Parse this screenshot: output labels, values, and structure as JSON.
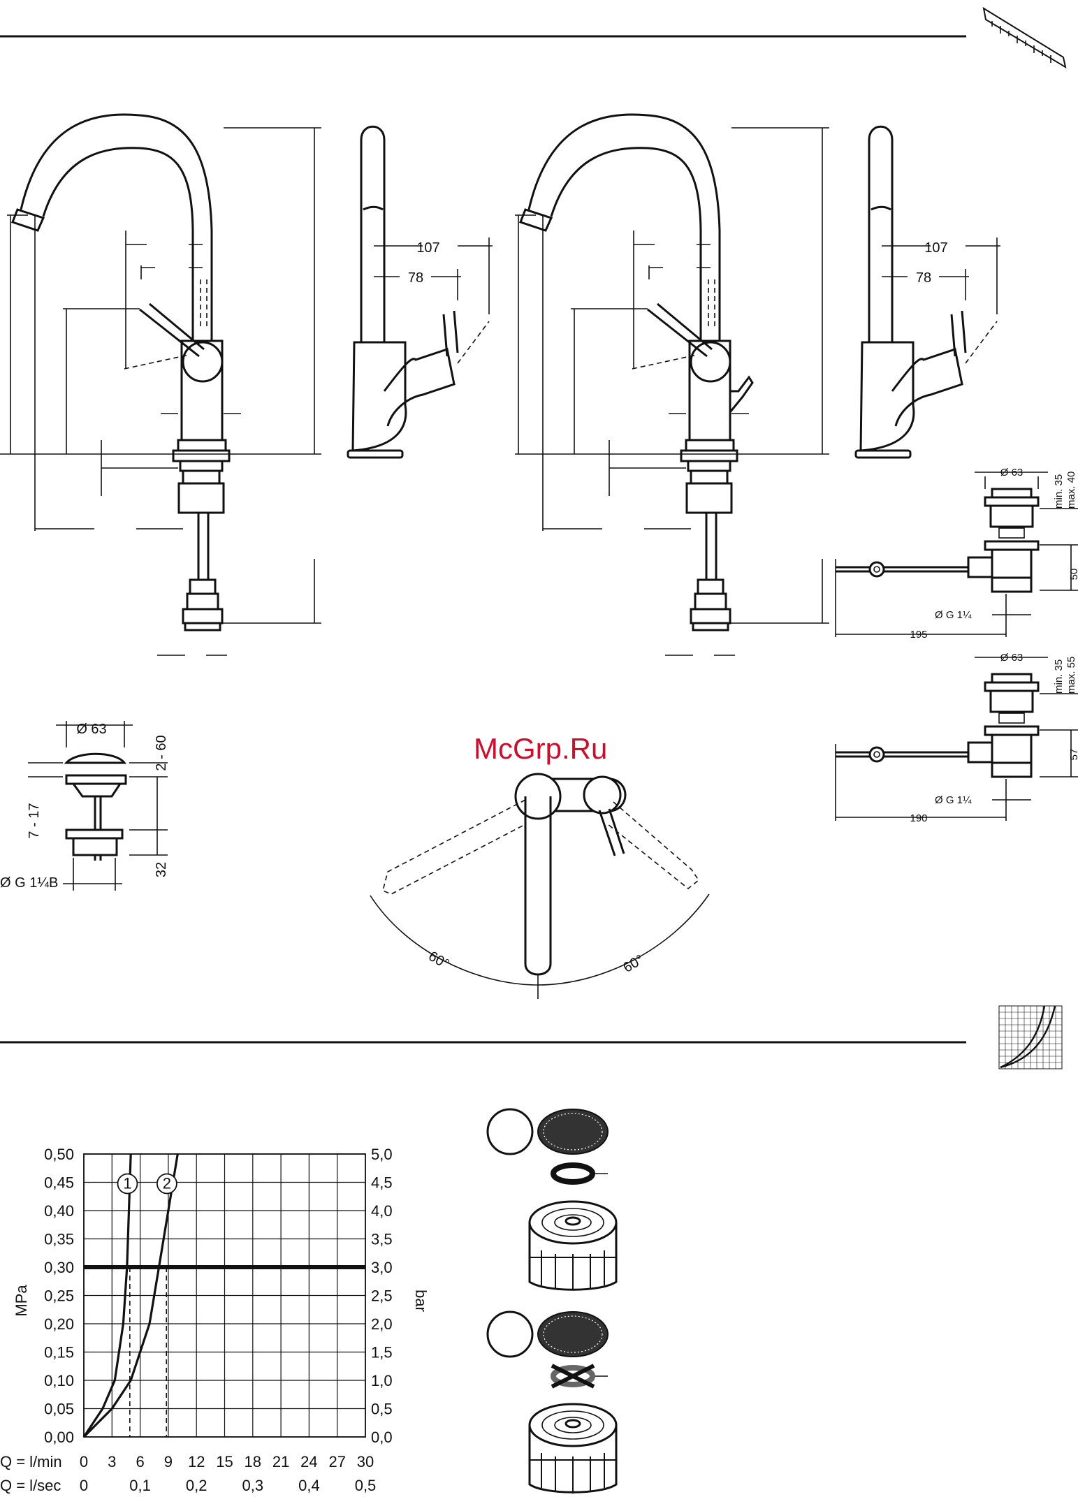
{
  "watermark": "McGrp.Ru",
  "faucet_dims": {
    "d107": "107",
    "d78": "78"
  },
  "waste_valve_1": {
    "diameter": "Ø 63",
    "min": "min. 35",
    "max": "max. 40",
    "height": "50",
    "thread": "Ø G 1¼",
    "length": "195"
  },
  "waste_valve_2": {
    "diameter": "Ø 63",
    "min": "min. 35",
    "max": "max. 55",
    "height": "57",
    "thread": "Ø G 1¼",
    "length": "190"
  },
  "push_valve": {
    "diameter": "Ø 63",
    "range_top": "2 - 60",
    "range_left": "7 - 17",
    "height": "32",
    "thread": "Ø G 1¼B"
  },
  "rotation": {
    "left_angle": "60°",
    "right_angle": "60°"
  },
  "chart_data": {
    "type": "line",
    "ylabel_left": "MPa",
    "ylabel_right": "bar",
    "y_ticks_left": [
      "0,00",
      "0,05",
      "0,10",
      "0,15",
      "0,20",
      "0,25",
      "0,30",
      "0,35",
      "0,40",
      "0,45",
      "0,50"
    ],
    "y_ticks_right": [
      "0,0",
      "0,5",
      "1,0",
      "1,5",
      "2,0",
      "2,5",
      "3,0",
      "3,5",
      "4,0",
      "4,5",
      "5,0"
    ],
    "x_row1_label": "Q = l/min",
    "x_ticks_lmin": [
      "0",
      "3",
      "6",
      "9",
      "12",
      "15",
      "18",
      "21",
      "24",
      "27",
      "30"
    ],
    "x_row2_label": "Q = l/sec",
    "x_ticks_lsec": [
      "0",
      "0,1",
      "0,2",
      "0,3",
      "0,4",
      "0,5"
    ],
    "ylim": [
      0,
      0.5
    ],
    "xlim": [
      0,
      30
    ],
    "reference_pressure": 0.3,
    "series": [
      {
        "name": "1",
        "x": [
          0,
          2.0,
          3.3,
          4.2,
          4.6,
          4.8,
          5.0
        ],
        "y": [
          0,
          0.05,
          0.1,
          0.2,
          0.3,
          0.4,
          0.5
        ]
      },
      {
        "name": "2",
        "x": [
          0,
          3.0,
          5.0,
          7.0,
          8.0,
          9.0,
          10.0
        ],
        "y": [
          0,
          0.05,
          0.1,
          0.2,
          0.3,
          0.4,
          0.5
        ]
      }
    ],
    "dashed_markers_x": [
      4.9,
      8.8
    ]
  }
}
